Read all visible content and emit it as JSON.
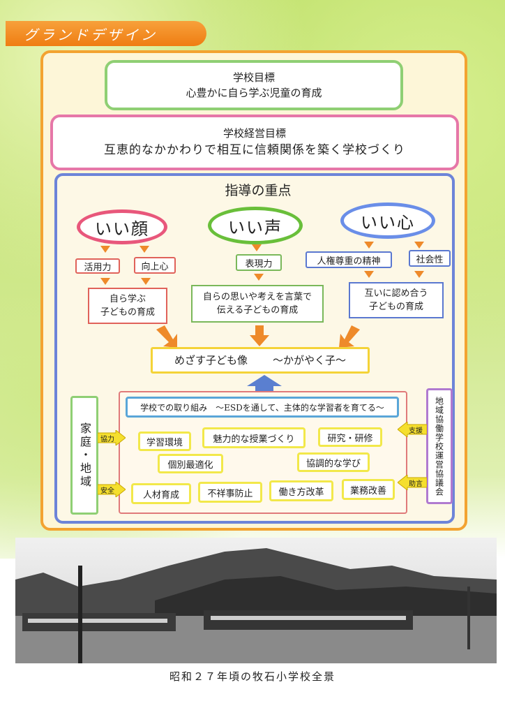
{
  "banner": "グランドデザイン",
  "school_goal": {
    "title": "学校目標",
    "text": "心豊かに自ら学ぶ児童の育成"
  },
  "management_goal": {
    "title": "学校経営目標",
    "text": "互恵的なかかわりで相互に信頼関係を築く学校づくり"
  },
  "focus": {
    "title": "指導の重点",
    "face": {
      "oval": "いい顔",
      "tags": [
        "活用力",
        "向上心"
      ],
      "result_lines": [
        "自ら学ぶ",
        "子どもの育成"
      ]
    },
    "voice": {
      "oval": "いい声",
      "tags": [
        "表現力"
      ],
      "result_lines": [
        "自らの思いや考えを言葉で",
        "伝える子どもの育成"
      ]
    },
    "heart": {
      "oval": "いい心",
      "tags": [
        "人権尊重の精神",
        "社会性"
      ],
      "result_lines": [
        "互いに認め合う",
        "子どもの育成"
      ]
    }
  },
  "ideal": {
    "left": "めざす子ども像",
    "right": "〜かがやく子〜"
  },
  "effort": "学校での取り組み　〜ESDを通して、主体的な学習者を育てる〜",
  "chips": [
    "学習環境",
    "魅力的な授業づくり",
    "研究・研修",
    "個別最適化",
    "協調的な学び",
    "人材育成",
    "不祥事防止",
    "働き方改革",
    "業務改善"
  ],
  "family": "家庭・地域",
  "family_arrows": [
    "協力",
    "安全"
  ],
  "council": "地域協働学校運営協議会",
  "council_arrows": [
    "支援",
    "助言"
  ],
  "photo_caption": "昭和２７年頃の牧石小学校全景",
  "colors": {
    "orange": "#ef7d12",
    "green": "#8fcf74",
    "pink": "#e677a8",
    "blue": "#6d84d8",
    "yellow": "#f2e84a"
  }
}
